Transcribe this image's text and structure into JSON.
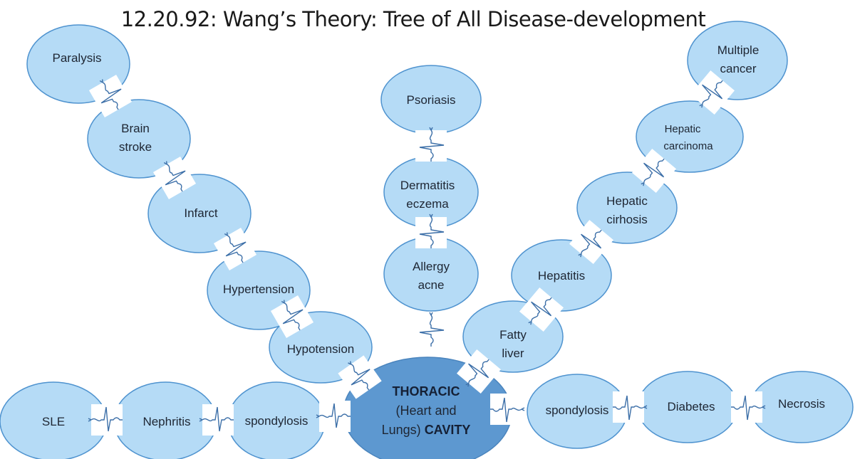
{
  "title": "12.20.92: Wang’s Theory: Tree of All Disease-development",
  "colors": {
    "node_fill": "#b5dbf6",
    "node_stroke": "#4f93cf",
    "core_fill": "#5d98d0"
  },
  "nodes": {
    "paralysis": [
      "Paralysis"
    ],
    "brain_stroke": [
      "Brain",
      "stroke"
    ],
    "infarct": [
      "Infarct"
    ],
    "hypertension": [
      "Hypertension"
    ],
    "hypotension": [
      "Hypotension"
    ],
    "psoriasis": [
      "Psoriasis"
    ],
    "dermatitis": [
      "Dermatitis",
      "eczema"
    ],
    "allergy": [
      "Allergy",
      "acne"
    ],
    "fatty_liver": [
      "Fatty",
      "liver"
    ],
    "hepatitis": [
      "Hepatitis"
    ],
    "hepatic_cirhosis": [
      "Hepatic",
      "cirhosis"
    ],
    "hepatic_carcinoma": [
      "Hepatic",
      "carcinoma"
    ],
    "multiple_cancer": [
      "Multiple",
      "cancer"
    ],
    "sle": [
      "SLE"
    ],
    "nephritis": [
      "Nephritis"
    ],
    "spondylosis_left": [
      "spondylosis"
    ],
    "spondylosis_right": [
      "spondylosis"
    ],
    "diabetes": [
      "Diabetes"
    ],
    "necrosis": [
      "Necrosis"
    ]
  },
  "center": {
    "line1": "THORACIC",
    "line2": "(Heart and",
    "line3a": "Lungs) ",
    "line3b": "CAVITY"
  }
}
